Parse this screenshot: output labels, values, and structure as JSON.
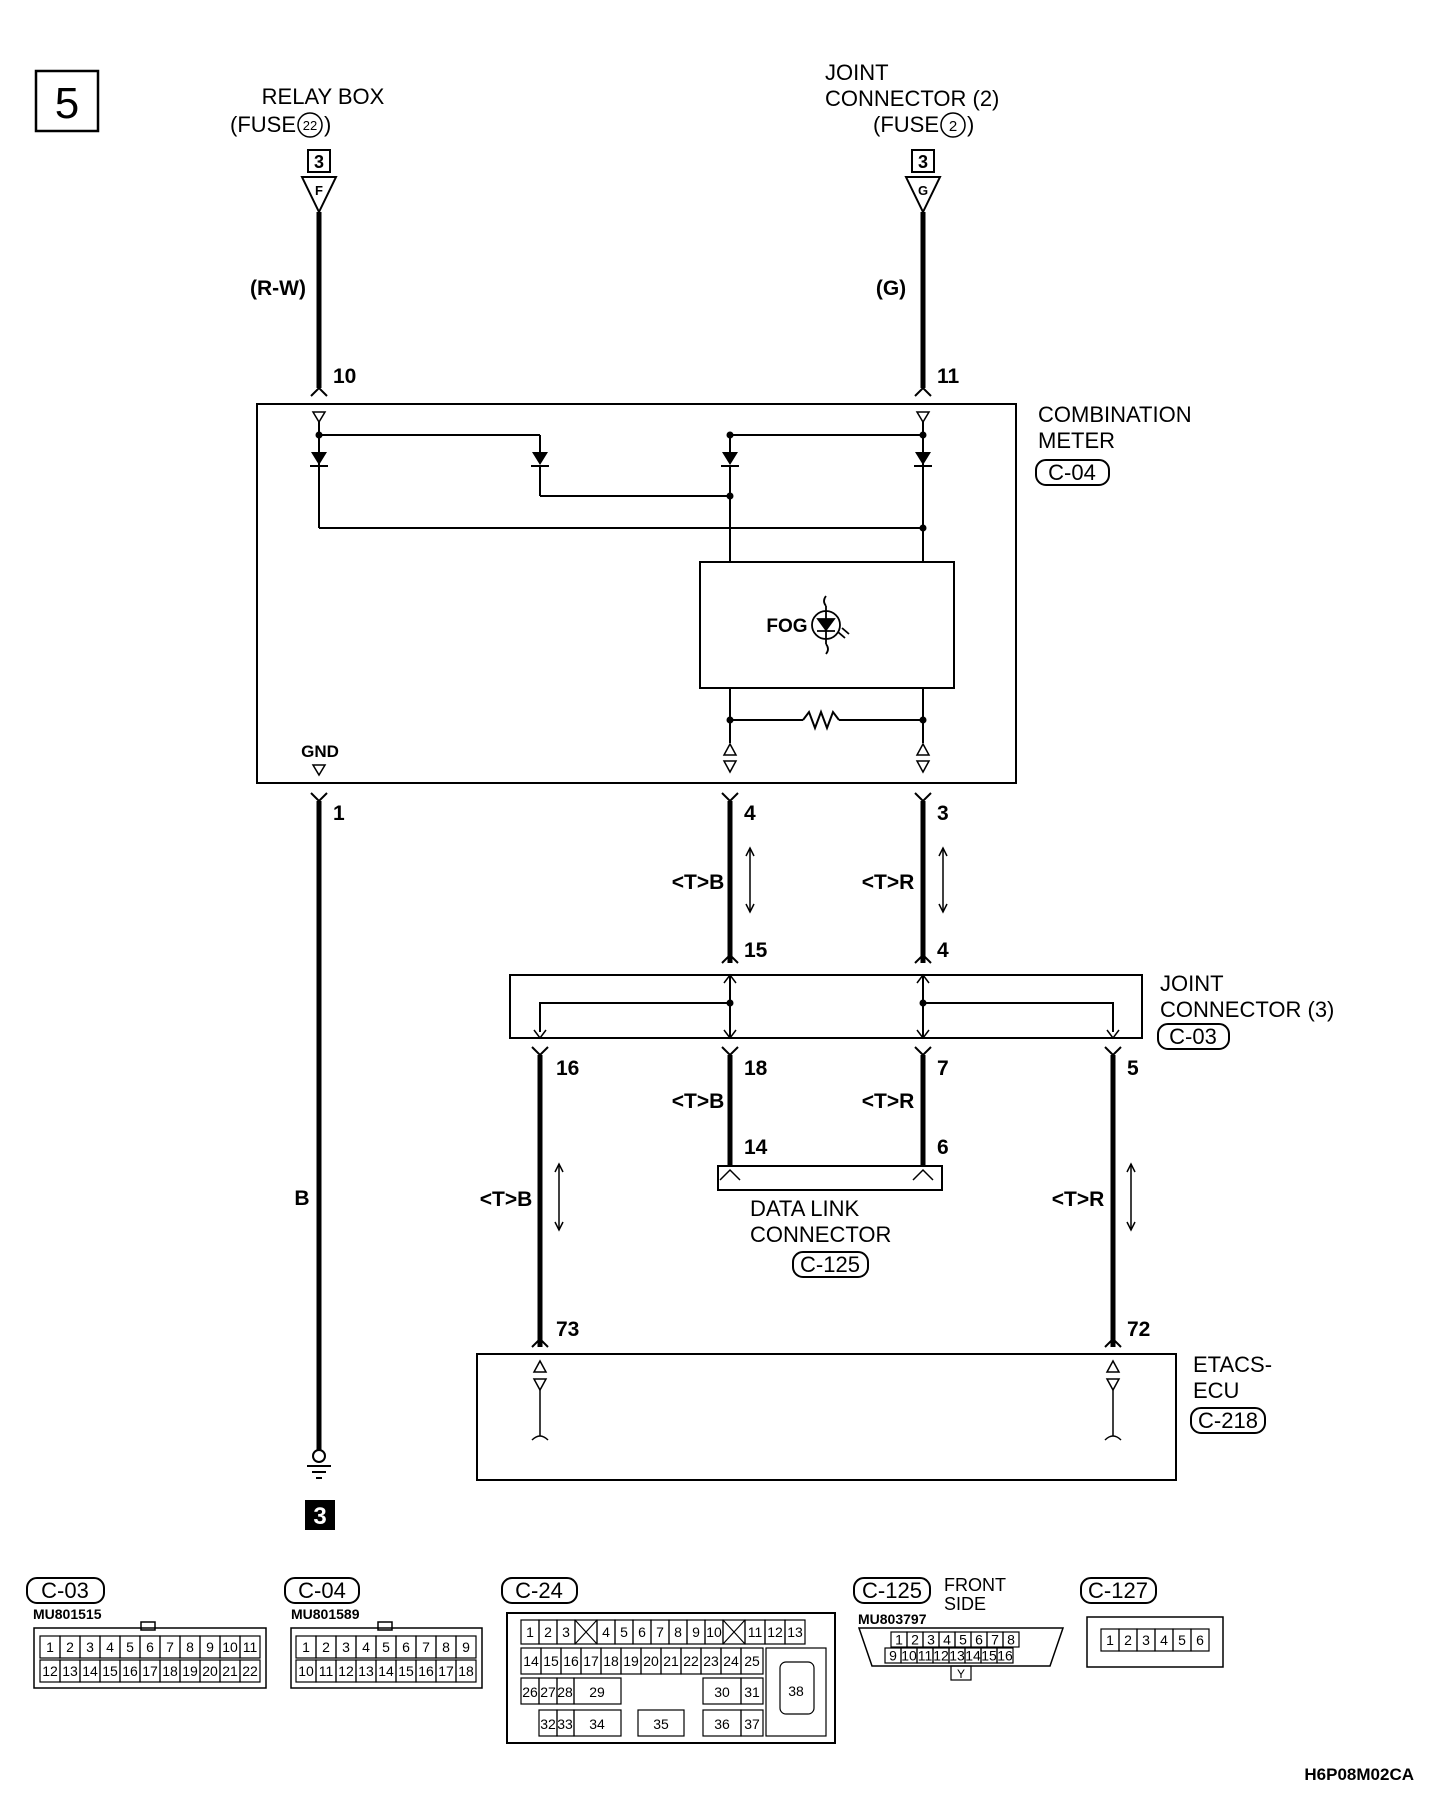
{
  "diagram": {
    "sheet_number": "5",
    "drawing_code": "H6P08M02CA",
    "sources": {
      "relay_box": {
        "line1": "RELAY BOX",
        "line2": "(FUSE",
        "fuse": "22",
        "line2_end": ")",
        "ref": "3",
        "letter": "F"
      },
      "joint_connector_2": {
        "line1": "JOINT",
        "line2": "CONNECTOR (2)",
        "line3": "(FUSE",
        "fuse": "2",
        "line3_end": ")",
        "ref": "3",
        "letter": "G"
      }
    },
    "wire_colors": {
      "relay_wire": "(R-W)",
      "joint_wire": "(G)",
      "ground_wire": "B",
      "tb": "<T>B",
      "tr": "<T>R"
    },
    "pins": {
      "meter_10": "10",
      "meter_11": "11",
      "meter_1": "1",
      "meter_4": "4",
      "meter_3": "3",
      "jc3_15": "15",
      "jc3_4": "4",
      "jc3_16": "16",
      "jc3_18": "18",
      "jc3_7": "7",
      "jc3_5": "5",
      "dlc_14": "14",
      "dlc_6": "6",
      "ecu_73": "73",
      "ecu_72": "72"
    },
    "components": {
      "combination_meter": {
        "line1": "COMBINATION",
        "line2": "METER",
        "id": "C-04",
        "gnd": "GND",
        "indicator": "FOG"
      },
      "joint_connector_3": {
        "line1": "JOINT",
        "line2": "CONNECTOR (3)",
        "id": "C-03"
      },
      "data_link_connector": {
        "line1": "DATA LINK",
        "line2": "CONNECTOR",
        "id": "C-125"
      },
      "etacs_ecu": {
        "line1": "ETACS-",
        "line2": "ECU",
        "id": "C-218"
      }
    },
    "ground_ref": "3"
  },
  "connector_views": {
    "c03": {
      "id": "C-03",
      "part": "MU801515",
      "row1": [
        "1",
        "2",
        "3",
        "4",
        "5",
        "6",
        "7",
        "8",
        "9",
        "10",
        "11"
      ],
      "row2": [
        "12",
        "13",
        "14",
        "15",
        "16",
        "17",
        "18",
        "19",
        "20",
        "21",
        "22"
      ]
    },
    "c04": {
      "id": "C-04",
      "part": "MU801589",
      "row1": [
        "1",
        "2",
        "3",
        "4",
        "5",
        "6",
        "7",
        "8",
        "9"
      ],
      "row2": [
        "10",
        "11",
        "12",
        "13",
        "14",
        "15",
        "16",
        "17",
        "18"
      ]
    },
    "c24": {
      "id": "C-24",
      "row1a": [
        "1",
        "2",
        "3"
      ],
      "row1b": [
        "4",
        "5",
        "6",
        "7",
        "8",
        "9",
        "10"
      ],
      "row1c": [
        "11",
        "12",
        "13"
      ],
      "row2": [
        "14",
        "15",
        "16",
        "17",
        "18",
        "19",
        "20",
        "21",
        "22",
        "23",
        "24",
        "25"
      ],
      "n26": "26",
      "n27": "27",
      "n28": "28",
      "n29": "29",
      "n30": "30",
      "n31": "31",
      "n32": "32",
      "n33": "33",
      "n34": "34",
      "n35": "35",
      "n36": "36",
      "n37": "37",
      "n38": "38"
    },
    "c125": {
      "id": "C-125",
      "side_line1": "FRONT",
      "side_line2": "SIDE",
      "part": "MU803797",
      "row1": [
        "1",
        "2",
        "3",
        "4",
        "5",
        "6",
        "7",
        "8"
      ],
      "row2": [
        "9",
        "10",
        "11",
        "12",
        "13",
        "14",
        "15",
        "16"
      ],
      "key": "Y"
    },
    "c127": {
      "id": "C-127",
      "row1": [
        "1",
        "2",
        "3",
        "4",
        "5",
        "6"
      ]
    }
  }
}
